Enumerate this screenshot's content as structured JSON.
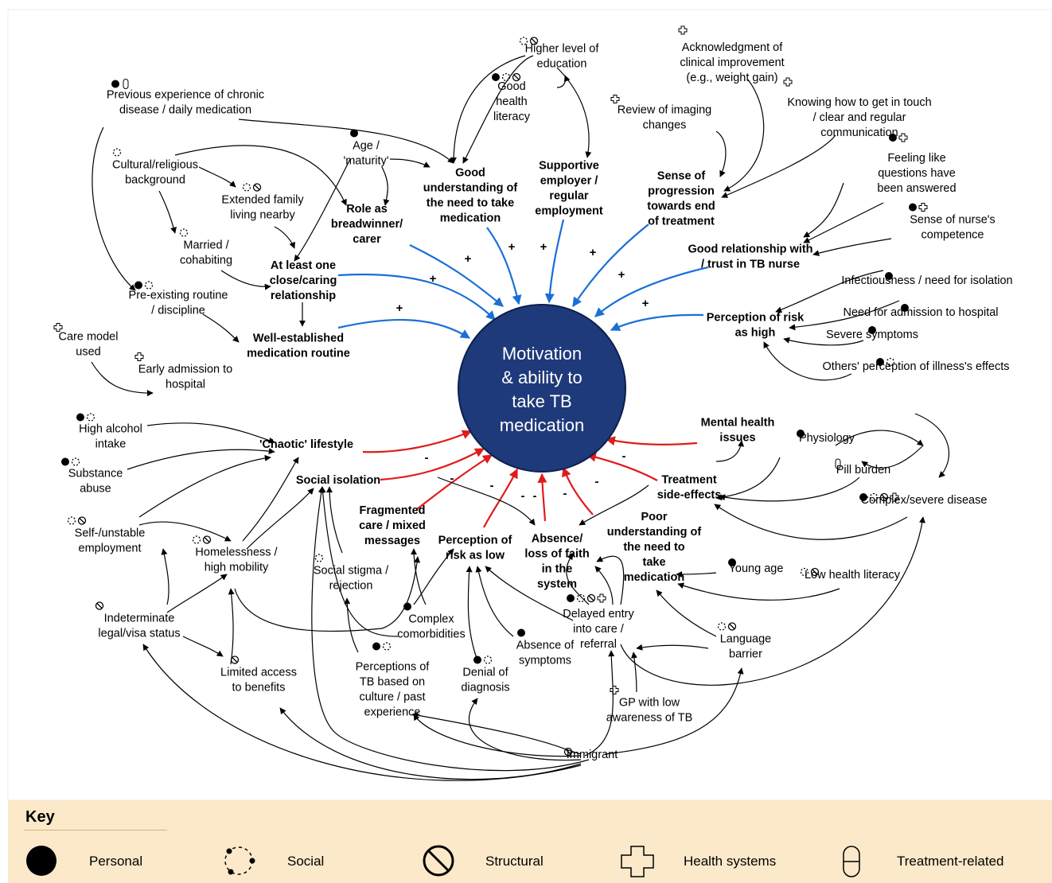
{
  "center": {
    "lines": [
      "Motivation",
      "& ability to",
      "take TB",
      "medication"
    ]
  },
  "key": {
    "title": "Key",
    "items": [
      {
        "icon": "personal-icon",
        "label": "Personal"
      },
      {
        "icon": "social-icon",
        "label": "Social"
      },
      {
        "icon": "structural-icon",
        "label": "Structural"
      },
      {
        "icon": "health-systems-icon",
        "label": "Health systems"
      },
      {
        "icon": "treatment-related-icon",
        "label": "Treatment-related"
      }
    ]
  },
  "colors": {
    "center_fill": "#1f3a7a",
    "positive_arrow": "#1a6fd6",
    "negative_arrow": "#e01b1b"
  },
  "nodes": [
    {
      "id": "prev_exp",
      "lines": [
        "Previous experience of chronic",
        "disease / daily medication"
      ],
      "bold": false,
      "icons": [
        "personal",
        "treatment"
      ]
    },
    {
      "id": "cultural",
      "lines": [
        "Cultural/religious",
        "background"
      ],
      "bold": false,
      "icons": [
        "social"
      ]
    },
    {
      "id": "ext_family",
      "lines": [
        "Extended family",
        "living nearby"
      ],
      "bold": false,
      "icons": [
        "social",
        "structural"
      ]
    },
    {
      "id": "married",
      "lines": [
        "Married /",
        "cohabiting"
      ],
      "bold": false,
      "icons": [
        "social"
      ]
    },
    {
      "id": "preexisting",
      "lines": [
        "Pre-existing routine",
        "/ discipline"
      ],
      "bold": false,
      "icons": [
        "personal",
        "social"
      ]
    },
    {
      "id": "age",
      "lines": [
        "Age /",
        "'maturity'"
      ],
      "bold": false,
      "icons": [
        "personal"
      ]
    },
    {
      "id": "role",
      "lines": [
        "Role as",
        "breadwinner/",
        "carer"
      ],
      "bold": true,
      "icons": []
    },
    {
      "id": "close_rel",
      "lines": [
        "At least one",
        "close/caring",
        "relationship"
      ],
      "bold": true,
      "icons": []
    },
    {
      "id": "routine",
      "lines": [
        "Well-established",
        "medication routine"
      ],
      "bold": true,
      "icons": []
    },
    {
      "id": "care_model",
      "lines": [
        "Care model",
        "used"
      ],
      "bold": false,
      "icons": [
        "health"
      ]
    },
    {
      "id": "early_adm",
      "lines": [
        "Early admission to",
        "hospital"
      ],
      "bold": false,
      "icons": [
        "health"
      ]
    },
    {
      "id": "higher_edu",
      "lines": [
        "Higher level of",
        "education"
      ],
      "bold": false,
      "icons": [
        "social",
        "structural"
      ]
    },
    {
      "id": "good_hl",
      "lines": [
        "Good",
        "health",
        "literacy"
      ],
      "bold": false,
      "icons": [
        "personal",
        "social",
        "structural"
      ]
    },
    {
      "id": "good_und",
      "lines": [
        "Good",
        "understanding of",
        "the need to take",
        "medication"
      ],
      "bold": true,
      "icons": []
    },
    {
      "id": "employer",
      "lines": [
        "Supportive",
        "employer /",
        "regular",
        "employment"
      ],
      "bold": true,
      "icons": []
    },
    {
      "id": "ack",
      "lines": [
        "Acknowledgment of",
        "clinical improvement",
        "(e.g., weight gain)"
      ],
      "bold": false,
      "icons": [
        "health"
      ]
    },
    {
      "id": "imaging",
      "lines": [
        "Review of imaging",
        "changes"
      ],
      "bold": false,
      "icons": [
        "health"
      ]
    },
    {
      "id": "knowing",
      "lines": [
        "Knowing how to get in touch",
        "/ clear and regular",
        "communication"
      ],
      "bold": false,
      "icons": [
        "health"
      ]
    },
    {
      "id": "progression",
      "lines": [
        "Sense of",
        "progression",
        "towards end",
        "of treatment"
      ],
      "bold": true,
      "icons": []
    },
    {
      "id": "answered",
      "lines": [
        "Feeling like",
        "questions have",
        "been answered"
      ],
      "bold": false,
      "icons": [
        "personal",
        "health"
      ]
    },
    {
      "id": "competence",
      "lines": [
        "Sense of nurse's",
        "competence"
      ],
      "bold": false,
      "icons": [
        "personal",
        "health"
      ]
    },
    {
      "id": "good_relationship",
      "lines": [
        "Good relationship with",
        "/ trust in TB nurse"
      ],
      "bold": true,
      "icons": []
    },
    {
      "id": "infectious",
      "lines": [
        "Infectiousness / need for isolation"
      ],
      "bold": false,
      "icons": [
        "personal"
      ]
    },
    {
      "id": "admission",
      "lines": [
        "Need for admission to hospital"
      ],
      "bold": false,
      "icons": [
        "personal"
      ]
    },
    {
      "id": "severe_sym",
      "lines": [
        "Severe symptoms"
      ],
      "bold": false,
      "icons": [
        "personal"
      ]
    },
    {
      "id": "others_perc",
      "lines": [
        "Others' perception of illness's effects"
      ],
      "bold": false,
      "icons": [
        "personal",
        "social"
      ]
    },
    {
      "id": "risk_high",
      "lines": [
        "Perception of risk",
        "as high"
      ],
      "bold": true,
      "icons": []
    },
    {
      "id": "alcohol",
      "lines": [
        "High alcohol",
        "intake"
      ],
      "bold": false,
      "icons": [
        "personal",
        "social"
      ]
    },
    {
      "id": "substance",
      "lines": [
        "Substance",
        "abuse"
      ],
      "bold": false,
      "icons": [
        "personal",
        "social"
      ]
    },
    {
      "id": "chaotic",
      "lines": [
        "'Chaotic' lifestyle"
      ],
      "bold": true,
      "icons": []
    },
    {
      "id": "self_emp",
      "lines": [
        "Self-/unstable",
        "employment"
      ],
      "bold": false,
      "icons": [
        "social",
        "structural"
      ]
    },
    {
      "id": "homeless",
      "lines": [
        "Homelessness /",
        "high mobility"
      ],
      "bold": false,
      "icons": [
        "social",
        "structural"
      ]
    },
    {
      "id": "isolation",
      "lines": [
        "Social isolation"
      ],
      "bold": true,
      "icons": []
    },
    {
      "id": "stigma",
      "lines": [
        "Social stigma /",
        "rejection"
      ],
      "bold": false,
      "icons": [
        "social"
      ]
    },
    {
      "id": "legal",
      "lines": [
        "Indeterminate",
        "legal/visa status"
      ],
      "bold": false,
      "icons": [
        "structural"
      ]
    },
    {
      "id": "benefits",
      "lines": [
        "Limited access",
        "to benefits"
      ],
      "bold": false,
      "icons": [
        "structural"
      ]
    },
    {
      "id": "fragmented",
      "lines": [
        "Fragmented",
        "care / mixed",
        "messages"
      ],
      "bold": true,
      "icons": []
    },
    {
      "id": "risk_low",
      "lines": [
        "Perception of",
        "risk as low"
      ],
      "bold": true,
      "icons": []
    },
    {
      "id": "comorb",
      "lines": [
        "Complex",
        "comorbidities"
      ],
      "bold": false,
      "icons": [
        "personal"
      ]
    },
    {
      "id": "perc_tb",
      "lines": [
        "Perceptions of",
        "TB based on",
        "culture / past",
        "experience"
      ],
      "bold": false,
      "icons": [
        "personal",
        "social"
      ]
    },
    {
      "id": "denial",
      "lines": [
        "Denial of",
        "diagnosis"
      ],
      "bold": false,
      "icons": [
        "personal",
        "social"
      ]
    },
    {
      "id": "absence_sym",
      "lines": [
        "Absence of",
        "symptoms"
      ],
      "bold": false,
      "icons": [
        "personal"
      ]
    },
    {
      "id": "faith",
      "lines": [
        "Absence/",
        "loss of faith",
        "in the",
        "system"
      ],
      "bold": true,
      "icons": []
    },
    {
      "id": "delayed",
      "lines": [
        "Delayed entry",
        "into care /",
        "referral"
      ],
      "bold": false,
      "icons": [
        "personal",
        "social",
        "structural",
        "health"
      ]
    },
    {
      "id": "gp",
      "lines": [
        "GP with low",
        "awareness of TB"
      ],
      "bold": false,
      "icons": [
        "health"
      ]
    },
    {
      "id": "immigrant",
      "lines": [
        "Immigrant"
      ],
      "bold": false,
      "icons": [
        "structural"
      ]
    },
    {
      "id": "poor_und",
      "lines": [
        "Poor",
        "understanding of",
        "the need to",
        "take",
        "medication"
      ],
      "bold": true,
      "icons": []
    },
    {
      "id": "young",
      "lines": [
        "Young age"
      ],
      "bold": false,
      "icons": [
        "personal"
      ]
    },
    {
      "id": "low_hl",
      "lines": [
        "Low health literacy"
      ],
      "bold": false,
      "icons": [
        "social",
        "structural"
      ]
    },
    {
      "id": "language",
      "lines": [
        "Language",
        "barrier"
      ],
      "bold": false,
      "icons": [
        "social",
        "structural"
      ]
    },
    {
      "id": "mental",
      "lines": [
        "Mental health",
        "issues"
      ],
      "bold": true,
      "icons": []
    },
    {
      "id": "side_effects",
      "lines": [
        "Treatment",
        "side-effects"
      ],
      "bold": true,
      "icons": []
    },
    {
      "id": "physiology",
      "lines": [
        "Physiology"
      ],
      "bold": false,
      "icons": [
        "personal"
      ]
    },
    {
      "id": "pill",
      "lines": [
        "Pill burden"
      ],
      "bold": false,
      "icons": [
        "treatment"
      ]
    },
    {
      "id": "complex",
      "lines": [
        "Complex/severe disease"
      ],
      "bold": false,
      "icons": [
        "personal",
        "social",
        "structural",
        "health"
      ]
    }
  ],
  "signs": {
    "plus": "+",
    "minus": "-"
  }
}
